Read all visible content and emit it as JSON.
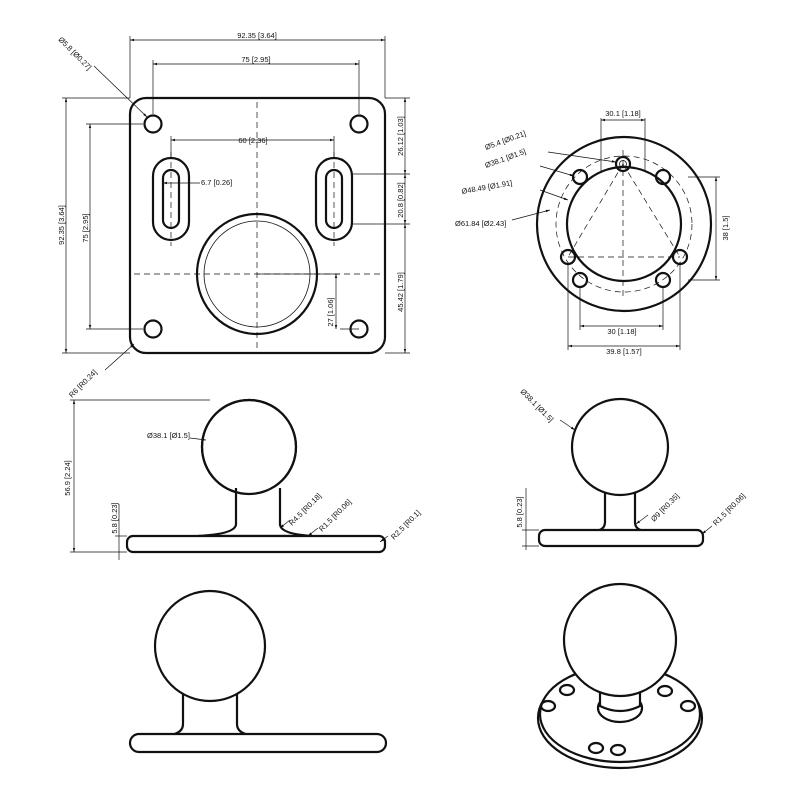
{
  "dimensions": {
    "square_width": "92.35 [3.64]",
    "square_hole_spacing_top": "75 [2.95]",
    "square_hole_dia": "Ø5.8 [Ø0.27]",
    "slot_spacing": "60 [2.36]",
    "slot_width": "6.7 [0.26]",
    "square_height": "92.35 [3.64]",
    "square_hole_spacing_side": "75 [2.95]",
    "top_to_slot": "26.12 [1.03]",
    "slot_length": "20.8 [0.82]",
    "center_to_bottom": "45.42 [1.79]",
    "center_to_hole": "27 [1.06]",
    "corner_radius": "R6 [R0.24]",
    "round_hole_spacing_top": "30.1 [1.18]",
    "round_hole_dia": "Ø5.4 [Ø0.21]",
    "round_inner_dia": "Ø38.1 [Ø1.5]",
    "round_bolt_circle": "Ø48.49 [Ø1.91]",
    "round_outer_dia": "Ø61.84 [Ø2.43]",
    "round_hole_spacing_side": "38 [1.5]",
    "round_hole_spacing_bottom": "30 [1.18]",
    "round_span": "39.8 [1.57]",
    "side_ball_dia_left": "Ø38.1 [Ø1.5]",
    "side_height": "56.9 [2.24]",
    "side_plate_thickness_left": "5.8 [0.23]",
    "side_neck_radius": "R4.5 [R0.18]",
    "side_fillet_left": "R1.5 [R0.06]",
    "side_edge_radius": "R2.5 [R0.1]",
    "side_ball_dia_right": "Ø38.1 [Ø1.5]",
    "side_plate_thickness_right": "5.8 [0.23]",
    "side_neck_dia": "Ø9 [R0.35]",
    "side_fillet_right": "R1.5 [R0.06]"
  }
}
